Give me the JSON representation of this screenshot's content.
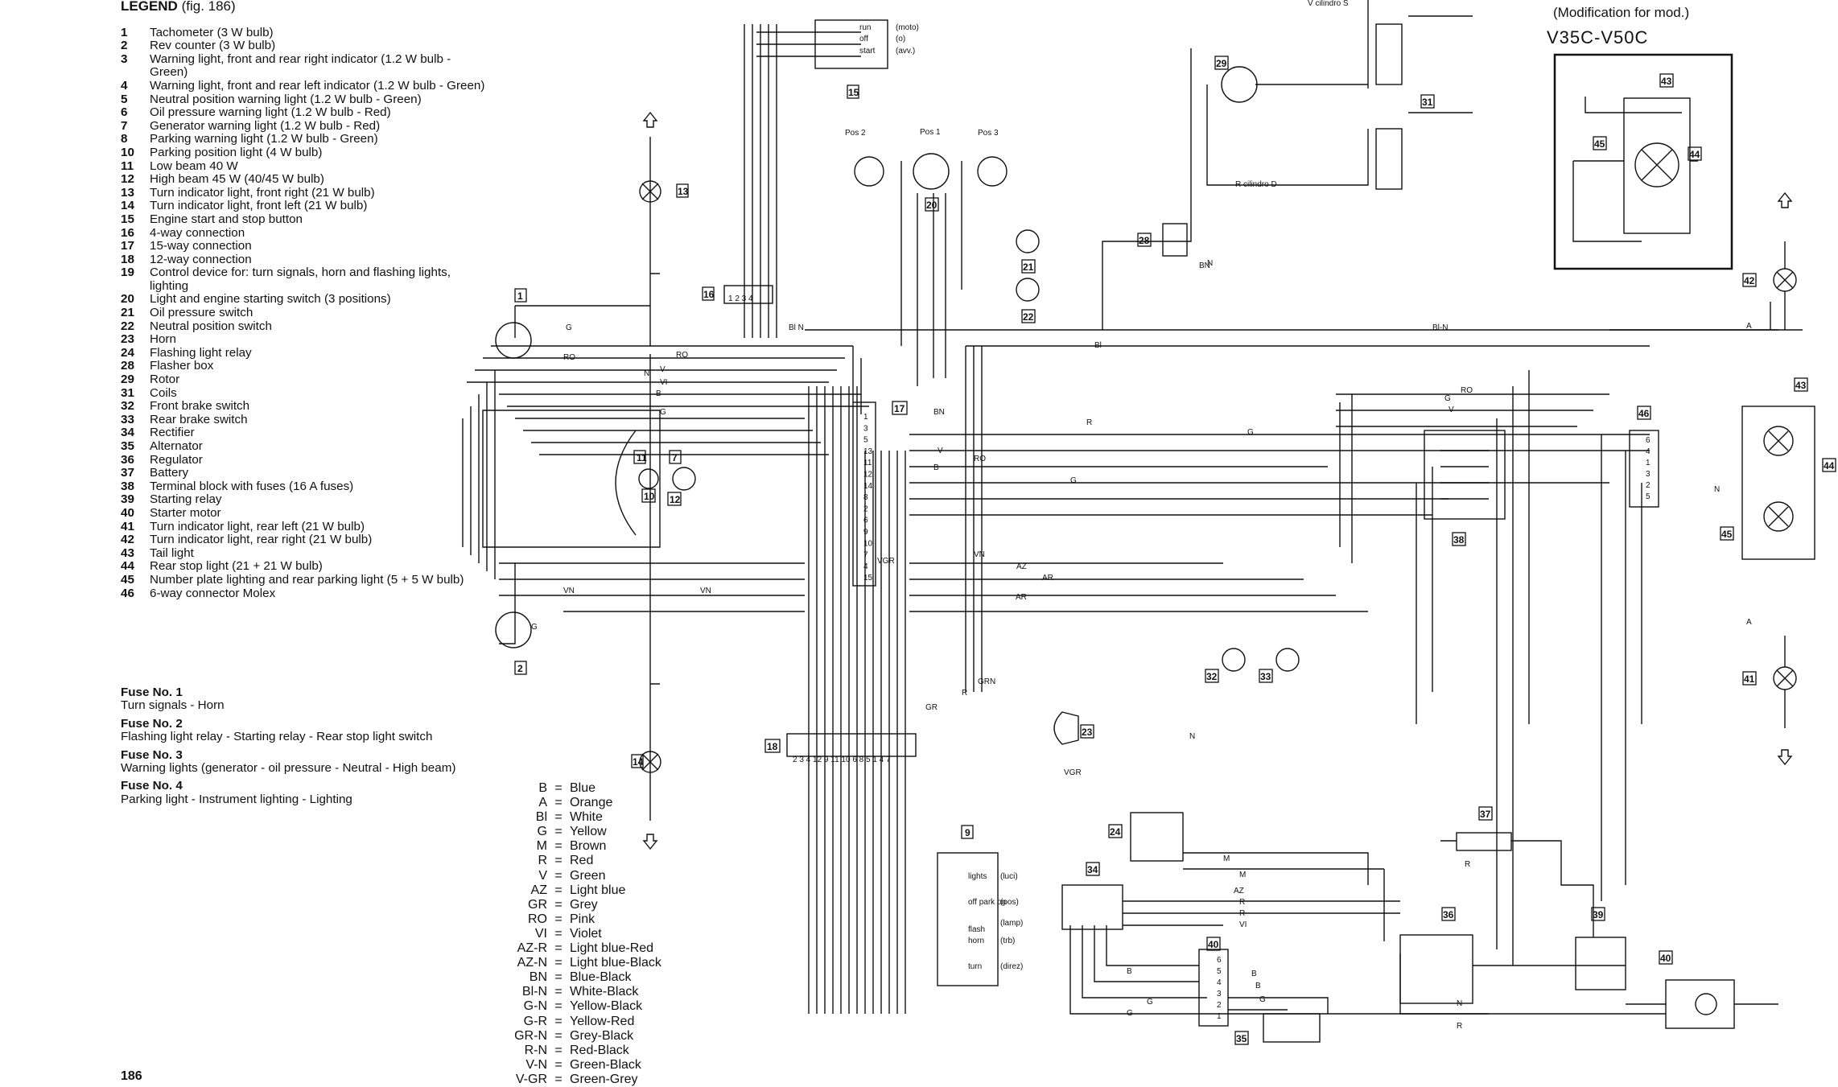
{
  "legend": {
    "title": "LEGEND",
    "fig": "(fig. 186)",
    "items": [
      {
        "n": "1",
        "t": "Tachometer (3 W bulb)"
      },
      {
        "n": "2",
        "t": "Rev counter (3 W bulb)"
      },
      {
        "n": "3",
        "t": "Warning light, front and rear right indicator (1.2 W bulb - Green)"
      },
      {
        "n": "4",
        "t": "Warning light, front and rear left indicator (1.2 W bulb - Green)"
      },
      {
        "n": "5",
        "t": "Neutral position warning light (1.2 W bulb - Green)"
      },
      {
        "n": "6",
        "t": "Oil pressure warning light (1.2 W bulb - Red)"
      },
      {
        "n": "7",
        "t": "Generator warning light (1.2 W bulb - Red)"
      },
      {
        "n": "8",
        "t": "Parking warning light (1.2 W bulb - Green)"
      },
      {
        "n": "10",
        "t": "Parking position light (4 W bulb)"
      },
      {
        "n": "11",
        "t": "Low beam 40 W"
      },
      {
        "n": "12",
        "t": "High beam 45 W  (40/45 W bulb)"
      },
      {
        "n": "13",
        "t": "Turn indicator light, front right (21 W bulb)"
      },
      {
        "n": "14",
        "t": "Turn indicator light, front left (21 W bulb)"
      },
      {
        "n": "15",
        "t": "Engine start and stop button"
      },
      {
        "n": "16",
        "t": "4-way connection"
      },
      {
        "n": "17",
        "t": "15-way connection"
      },
      {
        "n": "18",
        "t": "12-way connection"
      },
      {
        "n": "19",
        "t": "Control device for: turn signals, horn and flashing lights, lighting"
      },
      {
        "n": "20",
        "t": "Light and engine starting switch (3 positions)"
      },
      {
        "n": "21",
        "t": "Oil pressure switch"
      },
      {
        "n": "22",
        "t": "Neutral position switch"
      },
      {
        "n": "23",
        "t": "Horn"
      },
      {
        "n": "24",
        "t": "Flashing light relay"
      },
      {
        "n": "28",
        "t": "Flasher box"
      },
      {
        "n": "29",
        "t": "Rotor"
      },
      {
        "n": "31",
        "t": "Coils"
      },
      {
        "n": "32",
        "t": "Front brake switch"
      },
      {
        "n": "33",
        "t": "Rear brake switch"
      },
      {
        "n": "34",
        "t": "Rectifier"
      },
      {
        "n": "35",
        "t": "Alternator"
      },
      {
        "n": "36",
        "t": "Regulator"
      },
      {
        "n": "37",
        "t": "Battery"
      },
      {
        "n": "38",
        "t": "Terminal block with fuses (16 A fuses)"
      },
      {
        "n": "39",
        "t": "Starting relay"
      },
      {
        "n": "40",
        "t": "Starter motor"
      },
      {
        "n": "41",
        "t": "Turn indicator light, rear left (21 W bulb)"
      },
      {
        "n": "42",
        "t": "Turn indicator light, rear right (21 W bulb)"
      },
      {
        "n": "43",
        "t": "Tail light"
      },
      {
        "n": "44",
        "t": "Rear stop light (21 + 21 W bulb)"
      },
      {
        "n": "45",
        "t": "Number plate lighting and rear parking light (5 + 5 W bulb)"
      },
      {
        "n": "46",
        "t": "6-way connector Molex"
      }
    ]
  },
  "fuses": [
    {
      "name": "Fuse No. 1",
      "desc": "Turn signals - Horn"
    },
    {
      "name": "Fuse No. 2",
      "desc": "Flashing light relay - Starting relay - Rear stop light switch"
    },
    {
      "name": "Fuse No. 3",
      "desc": "Warning lights (generator - oil pressure - Neutral - High beam)"
    },
    {
      "name": "Fuse No. 4",
      "desc": "Parking light - Instrument lighting - Lighting"
    }
  ],
  "color_codes": [
    {
      "c": "B",
      "v": "Blue"
    },
    {
      "c": "A",
      "v": "Orange"
    },
    {
      "c": "Bl",
      "v": "White"
    },
    {
      "c": "G",
      "v": "Yellow"
    },
    {
      "c": "M",
      "v": "Brown"
    },
    {
      "c": "R",
      "v": "Red"
    },
    {
      "c": "V",
      "v": "Green"
    },
    {
      "c": "AZ",
      "v": "Light blue"
    },
    {
      "c": "GR",
      "v": "Grey"
    },
    {
      "c": "RO",
      "v": "Pink"
    },
    {
      "c": "VI",
      "v": "Violet"
    },
    {
      "c": "AZ-R",
      "v": "Light blue-Red"
    },
    {
      "c": "AZ-N",
      "v": "Light blue-Black"
    },
    {
      "c": "BN",
      "v": "Blue-Black"
    },
    {
      "c": "Bl-N",
      "v": "White-Black"
    },
    {
      "c": "G-N",
      "v": "Yellow-Black"
    },
    {
      "c": "G-R",
      "v": "Yellow-Red"
    },
    {
      "c": "GR-N",
      "v": "Grey-Black"
    },
    {
      "c": "R-N",
      "v": "Red-Black"
    },
    {
      "c": "V-N",
      "v": "Green-Black"
    },
    {
      "c": "V-GR",
      "v": "Green-Grey"
    }
  ],
  "page_number": "186",
  "modification": {
    "note": "(Modification for mod.)",
    "models": "V35C-V50C"
  },
  "diagram_labels": {
    "cyl_s": "V  cilindro S",
    "cyl_d": "R  cilindro D",
    "pos2": "Pos 2",
    "pos1": "Pos 1",
    "pos3": "Pos 3",
    "run": "run",
    "off": "off",
    "start": "start",
    "moto": "(moto)",
    "o": "(o)",
    "avv": "(avv.)",
    "lights": "lights",
    "luci": "(luci)",
    "off_park": "off park on",
    "pos_l": "(pos)",
    "flash": "flash",
    "lamp": "(lamp)",
    "horn": "horn",
    "trb": "(trb)",
    "turn": "turn",
    "direz": "(direz)",
    "c17_pins": [
      "1",
      "3",
      "5",
      "13",
      "11",
      "12",
      "14",
      "8",
      "2",
      "6",
      "9",
      "10",
      "7",
      "4",
      "15"
    ],
    "c18_pins": "2 3  4 12 9 11 10 6 8 5 1 4 7",
    "c16_pins": "1 2 3 4",
    "c46_pins": [
      "6",
      "4",
      "1",
      "3",
      "2",
      "5"
    ],
    "c40_pins": [
      "6",
      "5",
      "4",
      "3",
      "2",
      "1"
    ]
  }
}
